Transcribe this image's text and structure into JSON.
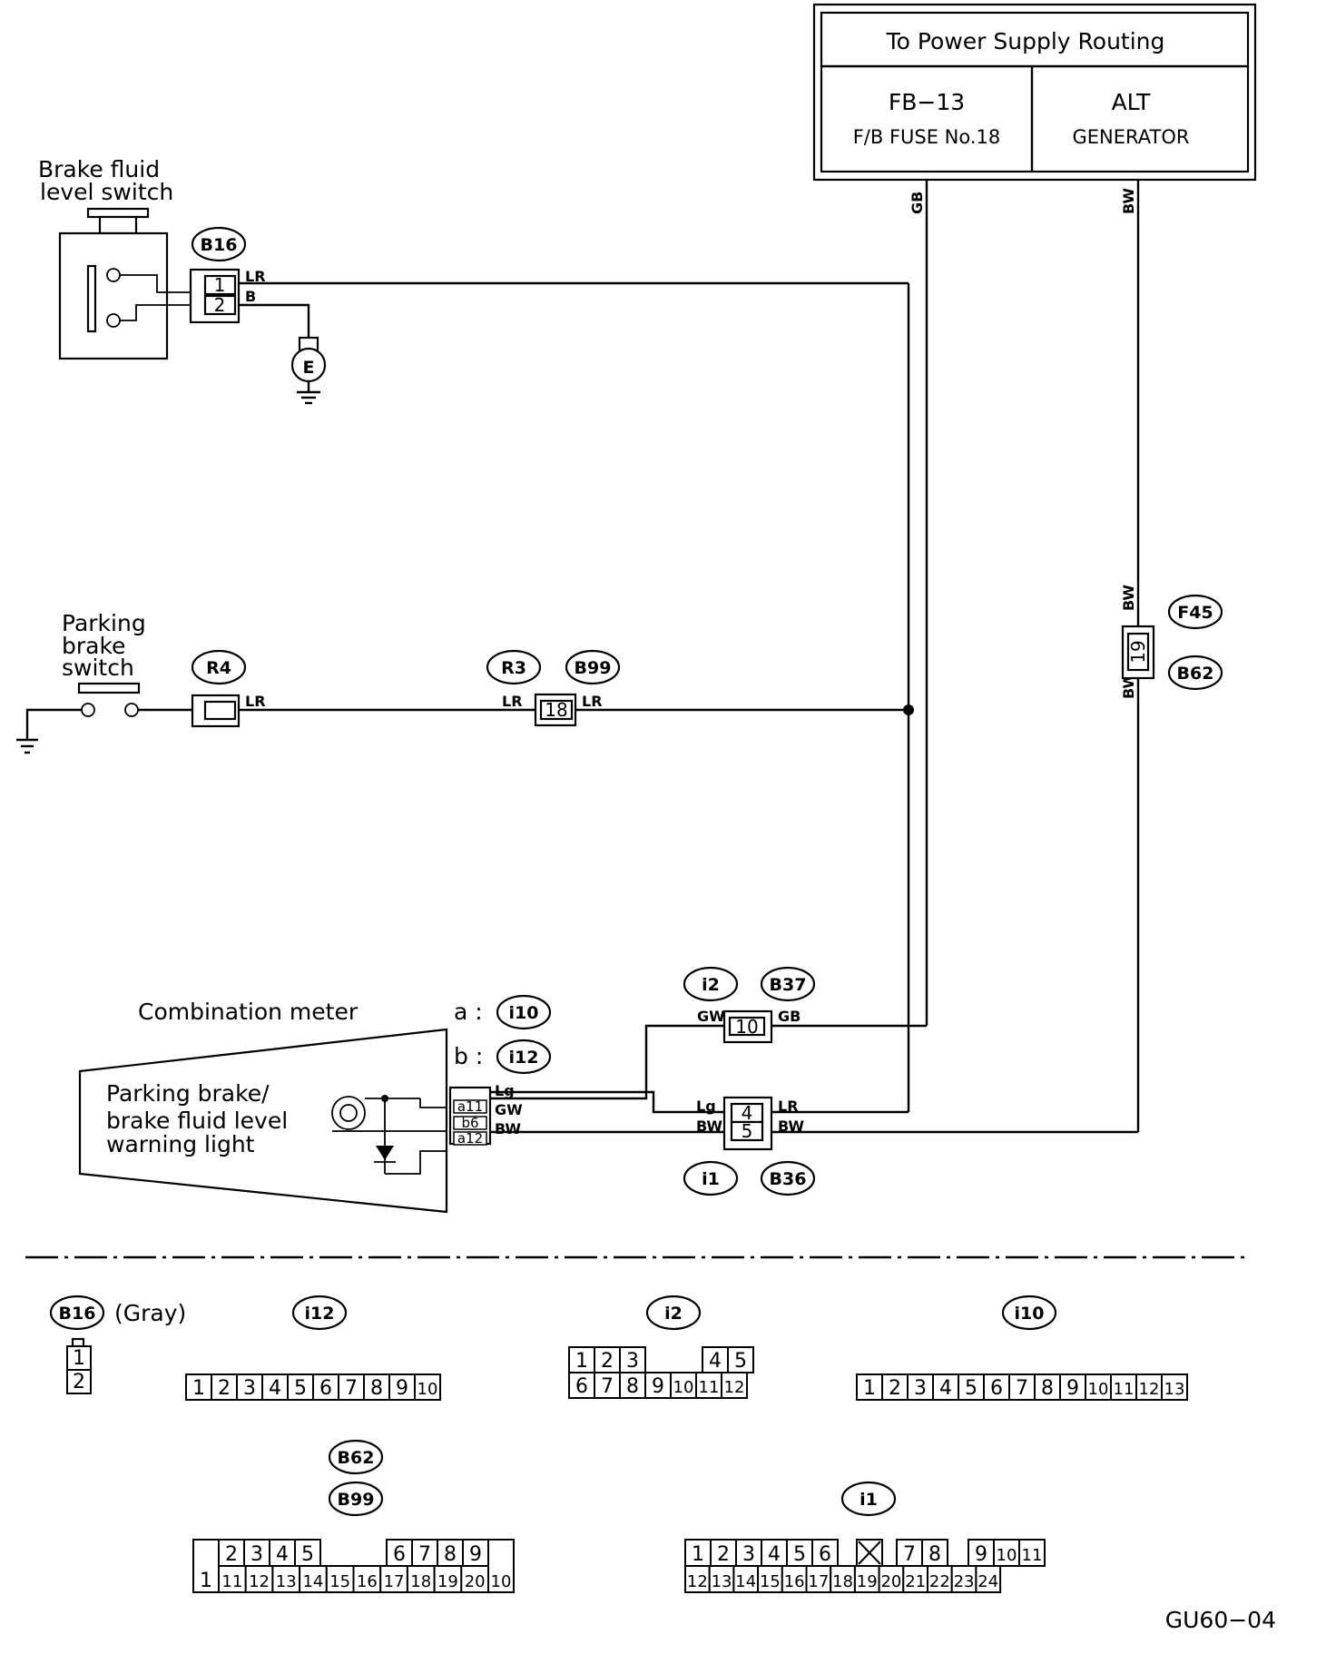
{
  "diagram_code": "GU60−04",
  "power_routing": {
    "title": "To Power Supply Routing",
    "left": {
      "code": "FB−13",
      "name": "F/B FUSE No.18"
    },
    "right": {
      "code": "ALT",
      "name": "GENERATOR"
    }
  },
  "components": {
    "brake_fluid_switch": [
      "Brake fluid",
      "level switch"
    ],
    "parking_brake_switch": [
      "Parking",
      "brake",
      "switch"
    ],
    "combination_meter": "Combination meter",
    "meter_connectors": {
      "a_key": "a :",
      "b_key": "b :",
      "a": "i10",
      "b": "i12"
    },
    "warning_light": [
      "Parking brake/",
      "brake fluid level",
      "warning light"
    ],
    "ground": "E"
  },
  "tags": {
    "B16": "B16",
    "R4": "R4",
    "R3": "R3",
    "B99": "B99",
    "F45": "F45",
    "B62": "B62",
    "i2": "i2",
    "B37": "B37",
    "i1": "i1",
    "B36": "B36",
    "i10": "i10",
    "i12": "i12"
  },
  "pins": {
    "b16_1": "1",
    "b16_2": "2",
    "r3_18": "18",
    "f45_19": "19",
    "i2_10": "10",
    "i1_4": "4",
    "i1_5": "5",
    "meter_a11": "a11",
    "meter_b6": "b6",
    "meter_a12": "a12"
  },
  "wires": {
    "GB": "GB",
    "BW": "BW",
    "LR": "LR",
    "B": "B",
    "GW": "GW",
    "Lg": "Lg"
  },
  "legend": {
    "b16_note": "(Gray)",
    "b16_pins": [
      "1",
      "2"
    ],
    "i12_pins": [
      "1",
      "2",
      "3",
      "4",
      "5",
      "6",
      "7",
      "8",
      "9",
      "10"
    ],
    "i2_top": [
      "1",
      "2",
      "3",
      "4",
      "5"
    ],
    "i2_bottom": [
      "6",
      "7",
      "8",
      "9",
      "10",
      "11",
      "12"
    ],
    "i10_pins": [
      "1",
      "2",
      "3",
      "4",
      "5",
      "6",
      "7",
      "8",
      "9",
      "10",
      "11",
      "12",
      "13"
    ],
    "b62_top": [
      "1",
      "2",
      "3",
      "4",
      "5",
      "6",
      "7",
      "8",
      "9",
      "10"
    ],
    "b62_bottom": [
      "11",
      "12",
      "13",
      "14",
      "15",
      "16",
      "17",
      "18",
      "19",
      "20"
    ],
    "i1_top": [
      "1",
      "2",
      "3",
      "4",
      "5",
      "6",
      "7",
      "8",
      "9",
      "10",
      "11"
    ],
    "i1_bottom": [
      "12",
      "13",
      "14",
      "15",
      "16",
      "17",
      "18",
      "19",
      "20",
      "21",
      "22",
      "23",
      "24"
    ]
  }
}
